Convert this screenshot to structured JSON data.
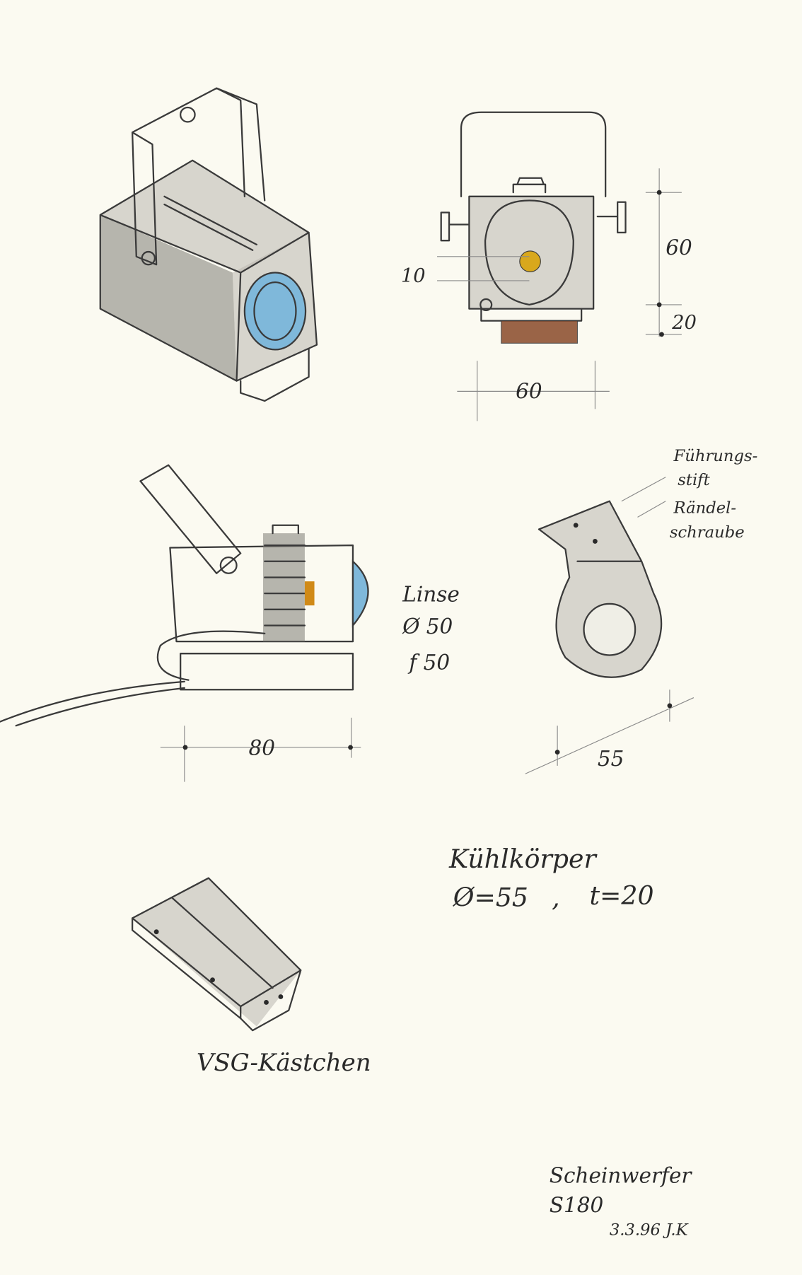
{
  "sketch": {
    "title": "Scheinwerfer",
    "model": "S180",
    "date_signature": "3.3.96 J.K",
    "front_view": {
      "dim_height": "60",
      "dim_base": "20",
      "dim_offset": "10",
      "dim_width": "60"
    },
    "side_view": {
      "dim_length": "80",
      "lens_label": "Linse",
      "lens_diameter": "Ø 50",
      "lens_focal": "f 50"
    },
    "bracket": {
      "label_guide_1": "Führungs-",
      "label_guide_2": "stift",
      "label_screw_1": "Rändel-",
      "label_screw_2": "schraube",
      "dim": "55"
    },
    "heatsink": {
      "label": "Kühlkörper",
      "spec_diameter": "Ø=55",
      "spec_separator": ",",
      "spec_thickness": "t=20"
    },
    "box": {
      "label": "VSG-Kästchen"
    },
    "colors": {
      "paper": "#fbfaf1",
      "lens_blue": "#7fb8da",
      "led_yellow": "#d9a81c",
      "heatsink_brown": "#8a4a2a",
      "led_orange": "#d08a18"
    }
  }
}
